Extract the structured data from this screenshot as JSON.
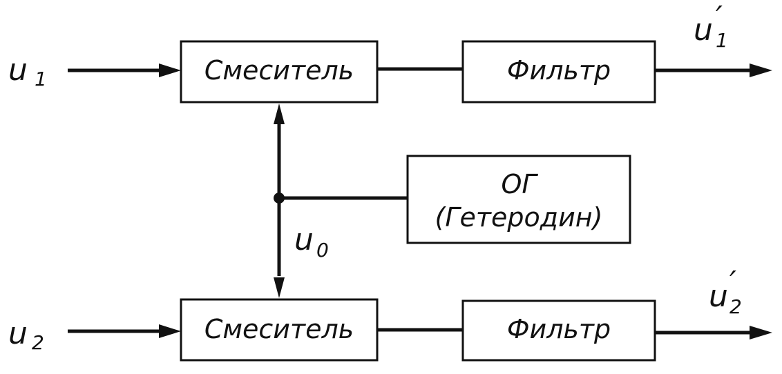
{
  "blocks": {
    "mixer_top": "Смеситель",
    "filter_top": "Фильтр",
    "osc_line1": "ОГ",
    "osc_line2": "(Гетеродин)",
    "mixer_bottom": "Смеситель",
    "filter_bottom": "Фильтр"
  },
  "signals": {
    "u1_main": "u",
    "u1_sub": "1",
    "u2_main": "u",
    "u2_sub": "2",
    "u0_main": "u",
    "u0_sub": "0",
    "u1out_main": "u",
    "u1out_sub": "1",
    "u1out_prime": "′",
    "u2out_main": "u",
    "u2out_sub": "2",
    "u2out_prime": "′"
  },
  "colors": {
    "ink": "#111111",
    "background": "#ffffff"
  }
}
